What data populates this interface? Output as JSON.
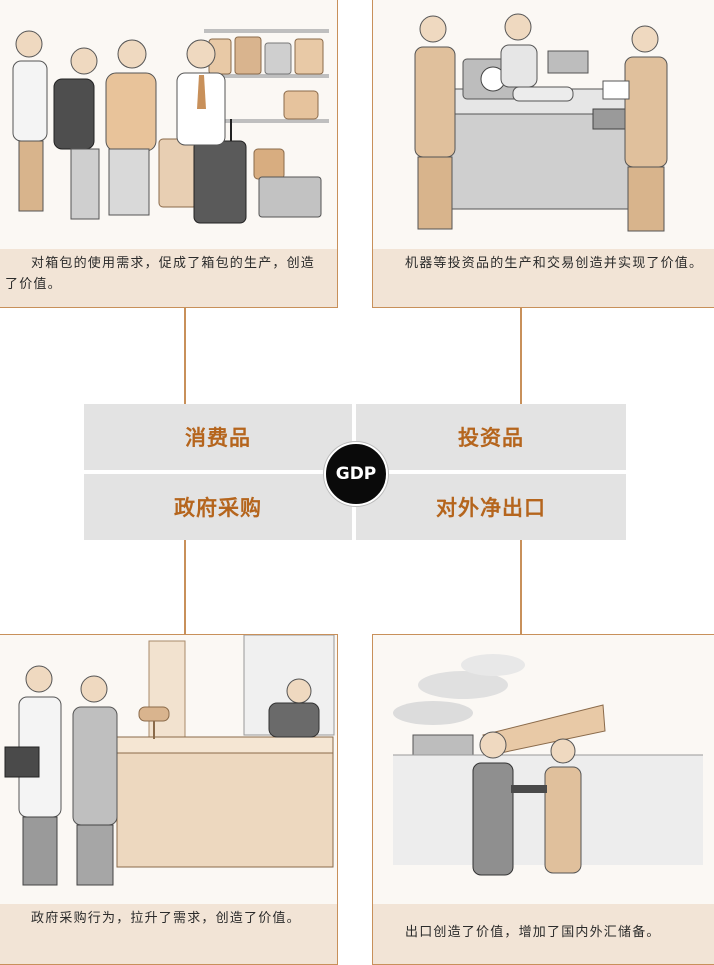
{
  "hub": {
    "center": "GDP",
    "consumer_goods": "消费品",
    "investment_goods": "投资品",
    "government_purchases": "政府采购",
    "net_exports": "对外净出口"
  },
  "panels": {
    "consumption": {
      "caption": "对箱包的使用需求，促成了箱包的生产，创造了价值。"
    },
    "investment": {
      "caption": "机器等投资品的生产和交易创造并实现了价值。"
    },
    "government": {
      "caption": "政府采购行为，拉升了需求，创造了价值。"
    },
    "exports": {
      "caption": "出口创造了价值，增加了国内外汇储备。"
    }
  },
  "colors": {
    "accent": "#b5651d",
    "border": "#c8905a",
    "caption_bg": "#f2e4d6",
    "quadrant_bg": "#e3e3e3",
    "gdp_circle": "#0a0a0a"
  }
}
